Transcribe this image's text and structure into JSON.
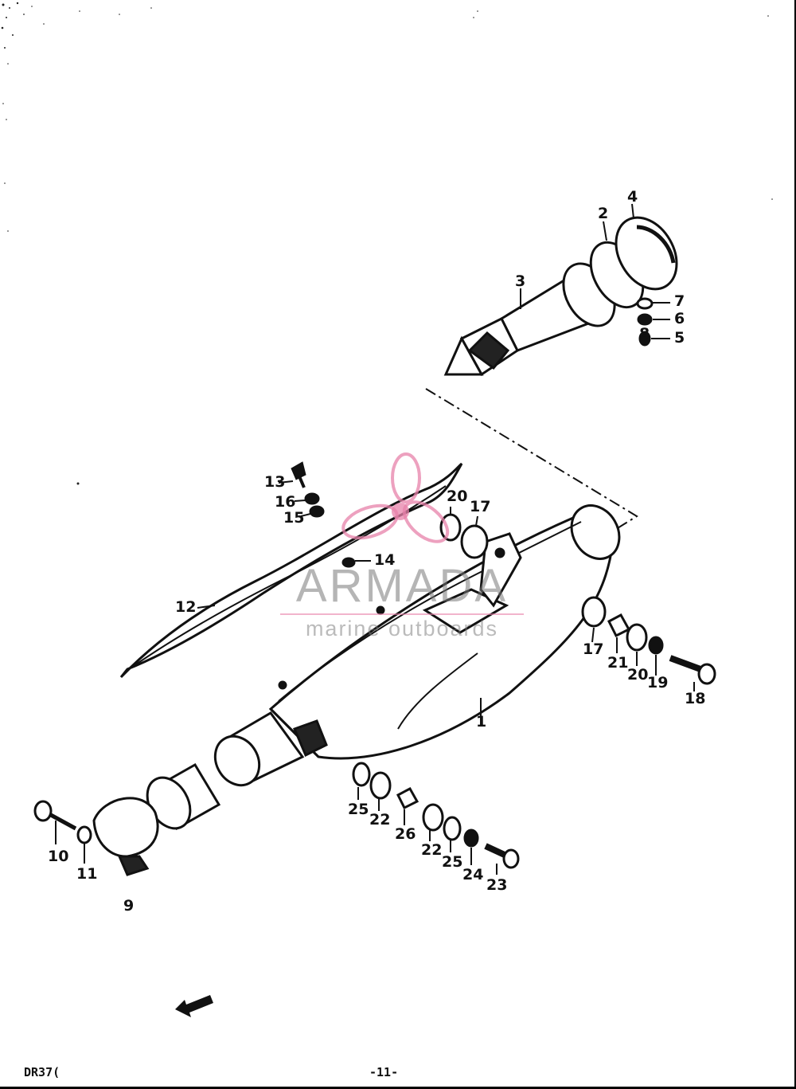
{
  "footer": {
    "model_code": "DR37(",
    "page_number": "-11-"
  },
  "forward_arrow_text": "FWD",
  "watermark": {
    "brand": "ARMADA",
    "tagline": "marine outboards",
    "accent_color": "#e782aa"
  },
  "part_callouts": [
    {
      "n": "1"
    },
    {
      "n": "2"
    },
    {
      "n": "3"
    },
    {
      "n": "4"
    },
    {
      "n": "5"
    },
    {
      "n": "6"
    },
    {
      "n": "7"
    },
    {
      "n": "8"
    },
    {
      "n": "9"
    },
    {
      "n": "10"
    },
    {
      "n": "11"
    },
    {
      "n": "12"
    },
    {
      "n": "13"
    },
    {
      "n": "14"
    },
    {
      "n": "15"
    },
    {
      "n": "16"
    },
    {
      "n": "17"
    },
    {
      "n": "17"
    },
    {
      "n": "18"
    },
    {
      "n": "19"
    },
    {
      "n": "20"
    },
    {
      "n": "20"
    },
    {
      "n": "21"
    },
    {
      "n": "22"
    },
    {
      "n": "22"
    },
    {
      "n": "23"
    },
    {
      "n": "24"
    },
    {
      "n": "25"
    },
    {
      "n": "25"
    },
    {
      "n": "26"
    }
  ]
}
